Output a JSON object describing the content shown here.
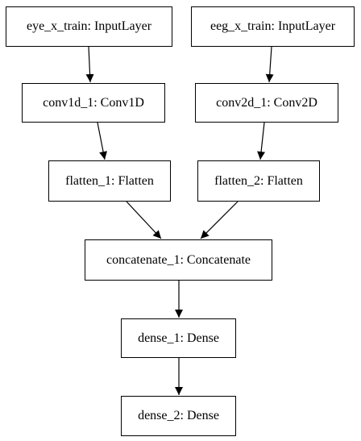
{
  "diagram": {
    "nodes": [
      {
        "id": "eye_x_train",
        "label": "eye_x_train: InputLayer"
      },
      {
        "id": "eeg_x_train",
        "label": "eeg_x_train: InputLayer"
      },
      {
        "id": "conv1d_1",
        "label": "conv1d_1: Conv1D"
      },
      {
        "id": "conv2d_1",
        "label": "conv2d_1: Conv2D"
      },
      {
        "id": "flatten_1",
        "label": "flatten_1: Flatten"
      },
      {
        "id": "flatten_2",
        "label": "flatten_2: Flatten"
      },
      {
        "id": "concatenate_1",
        "label": "concatenate_1: Concatenate"
      },
      {
        "id": "dense_1",
        "label": "dense_1: Dense"
      },
      {
        "id": "dense_2",
        "label": "dense_2: Dense"
      }
    ],
    "edges": [
      {
        "from": "eye_x_train",
        "to": "conv1d_1"
      },
      {
        "from": "eeg_x_train",
        "to": "conv2d_1"
      },
      {
        "from": "conv1d_1",
        "to": "flatten_1"
      },
      {
        "from": "conv2d_1",
        "to": "flatten_2"
      },
      {
        "from": "flatten_1",
        "to": "concatenate_1"
      },
      {
        "from": "flatten_2",
        "to": "concatenate_1"
      },
      {
        "from": "concatenate_1",
        "to": "dense_1"
      },
      {
        "from": "dense_1",
        "to": "dense_2"
      }
    ]
  }
}
